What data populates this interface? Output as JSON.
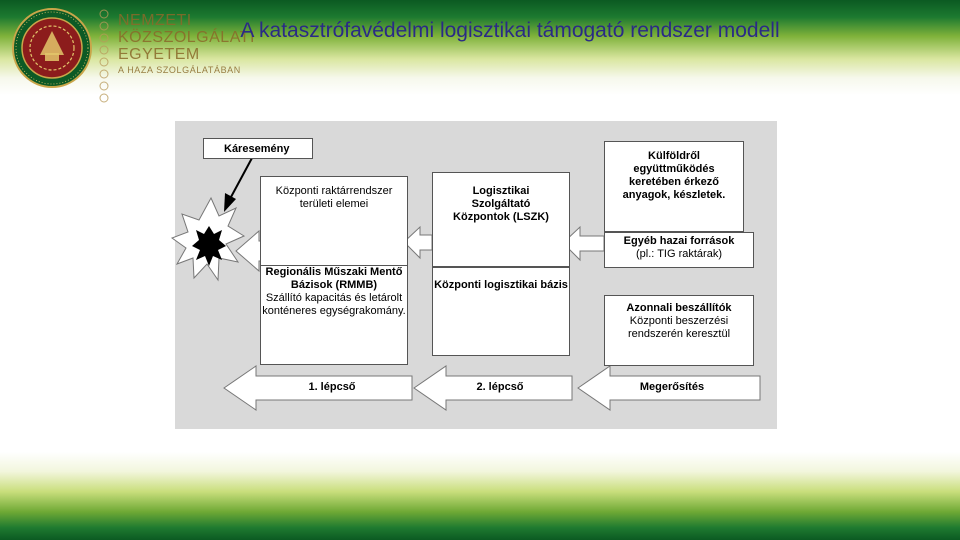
{
  "header": {
    "title": "A katasztrófavédelmi logisztikai támogató rendszer modell",
    "logo_lines": [
      "NEMZETI",
      "KÖZSZOLGÁLATI",
      "EGYETEM"
    ],
    "logo_subtitle": "A HAZA SZOLGÁLATÁBAN",
    "seal_text": "NEMZETI KÖZSZOLGÁLATI EGYETEM"
  },
  "diagram": {
    "event_label": "Káresemény",
    "col1": {
      "top": "Központi raktárrendszer területi elemei",
      "bottom_title": "Regionális Műszaki Mentő Bázisok (RMMB)",
      "bottom_detail": "Szállító kapacitás és letárolt konténeres egységrakomány.",
      "step": "1. lépcső"
    },
    "col2": {
      "top": "Logisztikai Szolgáltató Központok (LSZK)",
      "bottom": "Központi logisztikai bázis",
      "step": "2. lépcső"
    },
    "col3": {
      "foreign": "Külföldről együttműködés keretében érkező anyagok, készletek.",
      "domestic_title": "Egyéb hazai források",
      "domestic_detail": "(pl.: TIG raktárak)",
      "suppliers_title": "Azonnali beszállítók",
      "suppliers_detail": "Központi beszerzési rendszerén keresztül",
      "reinforcement": "Megerősítés"
    }
  },
  "colors": {
    "title": "#2a2a86",
    "band_dark": "#0b5a22",
    "band_light": "#c9de7c",
    "panel": "#d9d9d9"
  }
}
